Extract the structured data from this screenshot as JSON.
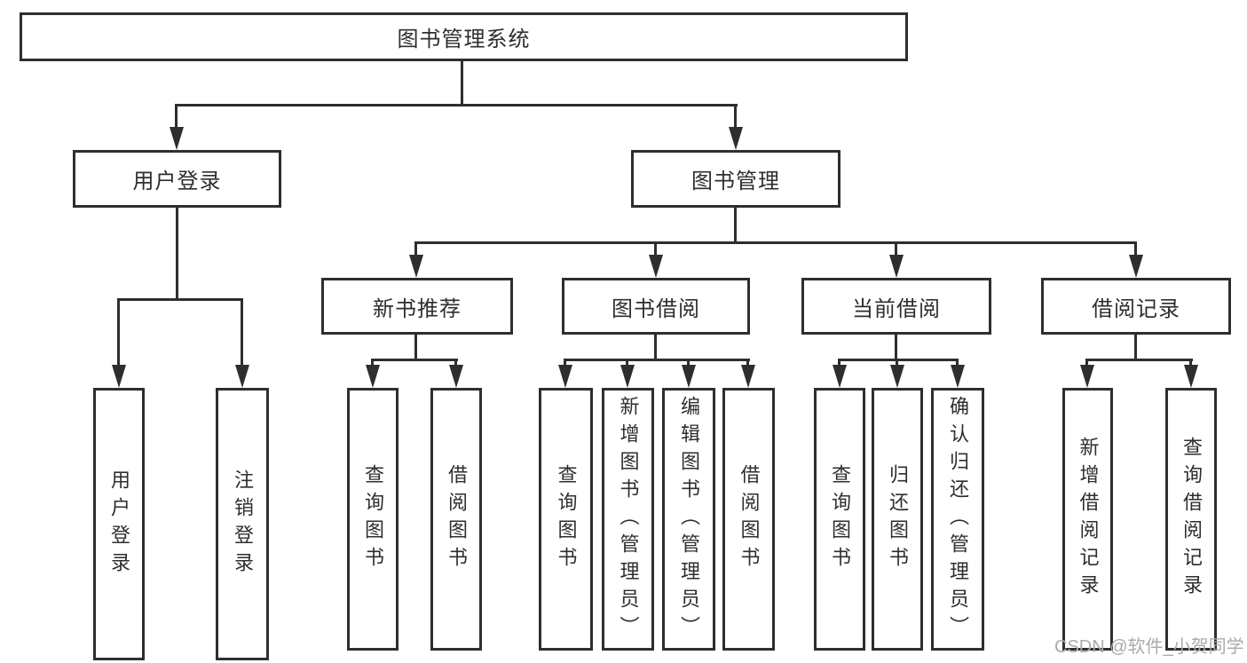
{
  "diagram": {
    "root": {
      "label": "图书管理系统"
    },
    "branches": [
      {
        "label": "用户登录",
        "children": [
          "用户登录",
          "注销登录"
        ]
      },
      {
        "label": "图书管理",
        "sections": [
          {
            "label": "新书推荐",
            "children": [
              "查询图书",
              "借阅图书"
            ]
          },
          {
            "label": "图书借阅",
            "children": [
              "查询图书",
              "新增图书（管理员）",
              "编辑图书（管理员）",
              "借阅图书"
            ]
          },
          {
            "label": "当前借阅",
            "children": [
              "查询图书",
              "归还图书",
              "确认归还（管理员）"
            ]
          },
          {
            "label": "借阅记录",
            "children": [
              "新增借阅记录",
              "查询借阅记录"
            ]
          }
        ]
      }
    ]
  },
  "watermark": {
    "text": "CSDN @软件_小贺同学"
  },
  "colors": {
    "ink": "#2e2e2e",
    "watermark": "#ababab",
    "background": "#ffffff"
  }
}
